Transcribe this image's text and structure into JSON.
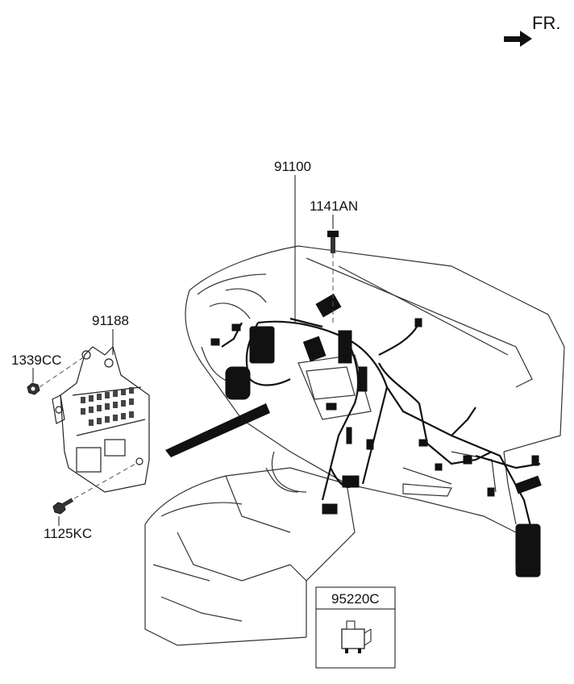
{
  "direction_label": "FR.",
  "part_numbers": {
    "main_harness": "91100",
    "bolt_top": "1141AN",
    "junction_box": "91188",
    "nut_left": "1339CC",
    "bolt_bottom": "1125KC",
    "relay": "95220C"
  },
  "colors": {
    "line": "#1a1a1a",
    "light_line": "#555555",
    "background": "#ffffff"
  }
}
